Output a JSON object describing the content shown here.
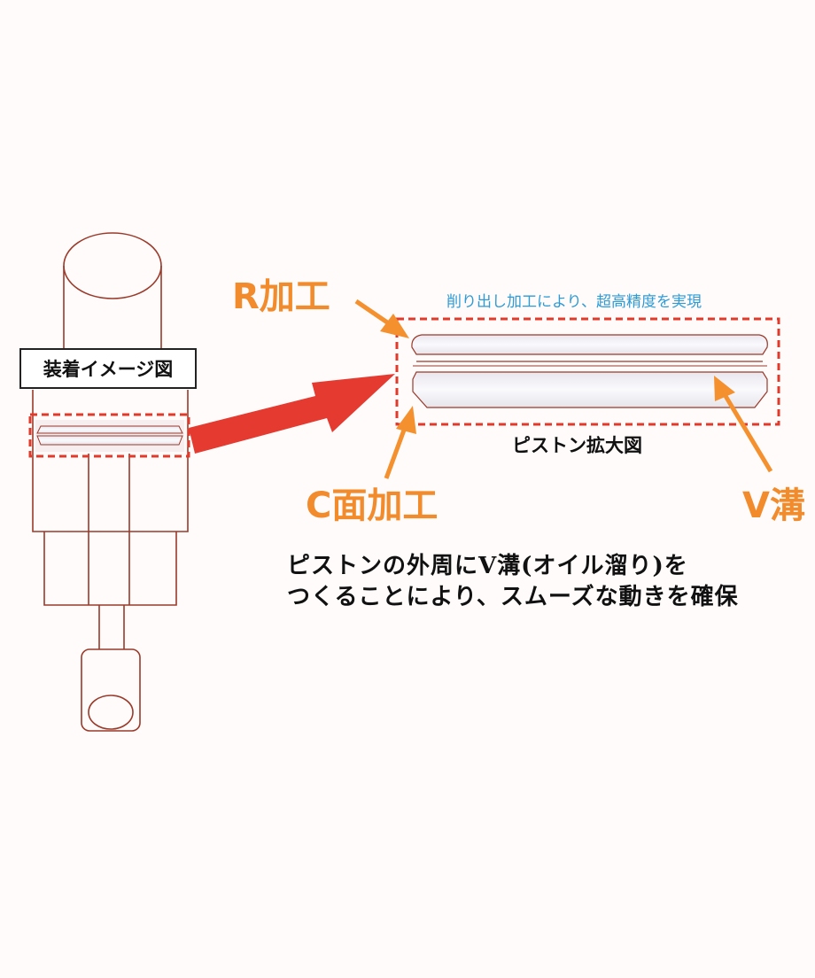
{
  "labels": {
    "install_image": "装着イメージ図",
    "r_process": "R加工",
    "c_process": "C面加工",
    "v_groove": "V溝",
    "precision_note": "削り出し加工により、超高精度を実現",
    "piston_enlarged": "ピストン拡大図"
  },
  "caption": {
    "line1": "ピストンの外周にV溝(オイル溜り)を",
    "line2": "つくることにより、スムーズな動きを確保"
  },
  "colors": {
    "outline": "#9a3a2a",
    "dash_box": "#e23a2a",
    "big_arrow": "#e43a30",
    "orange_arrow": "#f4912e",
    "orange_label": "#f28b2c",
    "blue_note": "#2f9bd6",
    "background": "#fefbfa"
  }
}
